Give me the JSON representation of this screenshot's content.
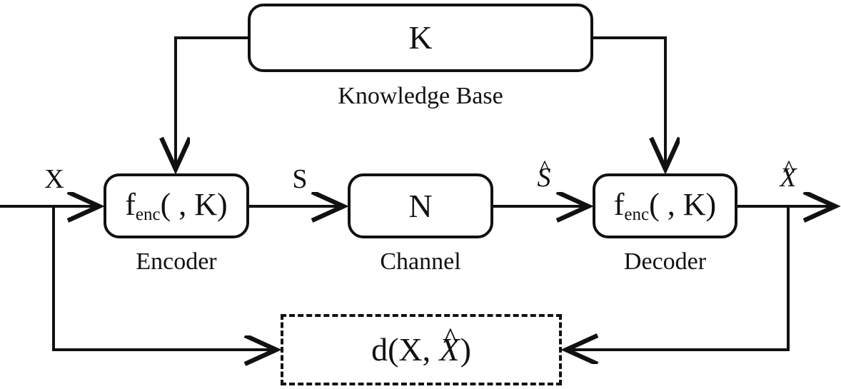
{
  "figure": {
    "title": "Knowledge-base assisted semantic communication system block diagram",
    "background_color": "#ffffff",
    "stroke_color": "#111111"
  },
  "nodes": {
    "knowledge_base": {
      "symbol": "K",
      "caption": "Knowledge Base",
      "shape": "rounded-rectangle",
      "style": "solid"
    },
    "encoder": {
      "symbol_prefix": "f",
      "symbol_subscript": "enc",
      "symbol_suffix": "( , K)",
      "caption": "Encoder",
      "shape": "rounded-rectangle",
      "style": "solid"
    },
    "channel": {
      "symbol": "N",
      "caption": "Channel",
      "shape": "rounded-rectangle",
      "style": "solid"
    },
    "decoder": {
      "symbol_prefix": "f",
      "symbol_subscript": "enc",
      "symbol_suffix": "( , K)",
      "caption": "Decoder",
      "shape": "rounded-rectangle",
      "style": "solid"
    },
    "distortion": {
      "text_prefix": "d(X, ",
      "text_hat_base": "X",
      "text_hat_mark": "^",
      "text_suffix": ")",
      "caption": "",
      "shape": "rectangle",
      "style": "dashed"
    }
  },
  "edge_labels": {
    "input": "X",
    "encoded": "S",
    "received_base": "S",
    "received_mark": "^",
    "output_base": "X",
    "output_mark": "^"
  },
  "edges": [
    {
      "name": "input-to-encoder",
      "from": "input",
      "to": "encoder",
      "arrow": true
    },
    {
      "name": "encoder-to-channel",
      "from": "encoder",
      "to": "channel",
      "arrow": true
    },
    {
      "name": "channel-to-decoder",
      "from": "channel",
      "to": "decoder",
      "arrow": true
    },
    {
      "name": "decoder-to-output",
      "from": "decoder",
      "to": "output",
      "arrow": true
    },
    {
      "name": "kb-to-encoder",
      "from": "knowledge_base",
      "to": "encoder",
      "arrow": true
    },
    {
      "name": "kb-to-decoder",
      "from": "knowledge_base",
      "to": "decoder",
      "arrow": true
    },
    {
      "name": "input-to-distortion",
      "from": "input",
      "to": "distortion",
      "arrow": true
    },
    {
      "name": "output-to-distortion",
      "from": "output",
      "to": "distortion",
      "arrow": true
    }
  ]
}
